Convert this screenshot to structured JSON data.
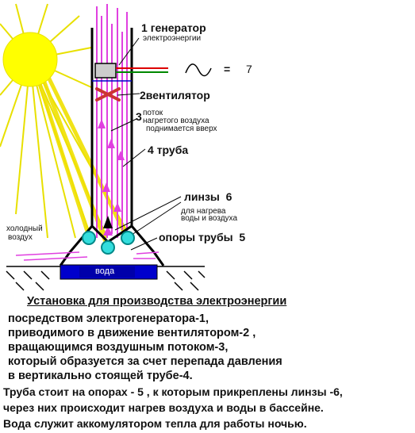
{
  "labels": {
    "generator": {
      "number": "1",
      "title": "генератор",
      "subtitle": "электроэнергии"
    },
    "ventilator": {
      "number": "2",
      "title": "вентилятор"
    },
    "flow": {
      "number": "3",
      "lines": [
        "поток",
        "нагретого воздуха",
        "поднимается вверх"
      ]
    },
    "pipe": {
      "number": "4",
      "title": "труба"
    },
    "lenses": {
      "number": "6",
      "title": "линзы",
      "lines": [
        "для нагрева",
        "воды и воздуха"
      ]
    },
    "supports": {
      "number": "5",
      "title": "опоры трубы"
    },
    "cold_air": {
      "lines": [
        "холодный",
        "воздух"
      ]
    },
    "water": "вода",
    "output": {
      "ac": "~",
      "eq": "=",
      "num": "7"
    }
  },
  "caption": {
    "title": "Установка для производства электроэнергии",
    "lines": [
      "посредством электрогенератора-1,",
      "приводимого  в движение  вентилятором-2 ,",
      "вращающимся воздушным потоком-3,",
      "который образуется за счет перепада давления",
      "в вертикально стоящей трубе-4.",
      "Труба стоит на опорах - 5 , к которым прикреплены линзы -6,",
      "через них происходит нагрев воздуха и воды в бассейне.",
      "Вода служит аккомулятором тепла для работы ночью."
    ]
  },
  "colors": {
    "sun": "#ffff00",
    "sun_rays": "#e8e000",
    "pipe": "#000000",
    "flow": "#e040e0",
    "water": "#0000cc",
    "lens": "#33dddd",
    "wire_red": "#dd0000",
    "wire_green": "#008800",
    "fan": "#cc3333"
  }
}
